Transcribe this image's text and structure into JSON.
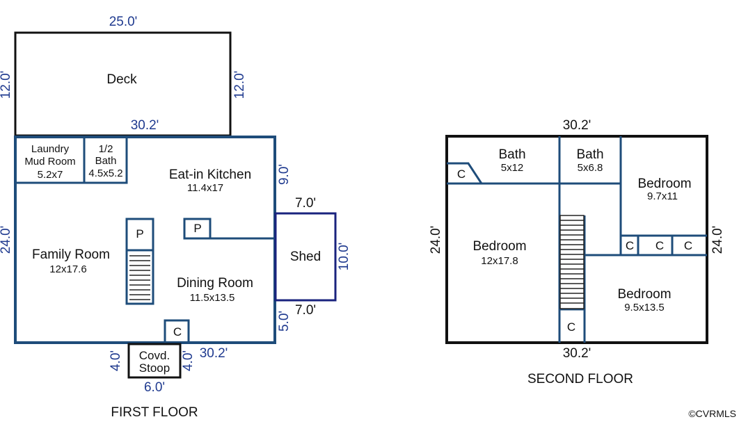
{
  "first_floor": {
    "caption": "FIRST FLOOR",
    "deck": {
      "name": "Deck",
      "dim_top": "25.0'",
      "dim_left": "12.0'",
      "dim_right": "12.0'",
      "dim_bottom": "30.2'"
    },
    "laundry": {
      "name_line1": "Laundry",
      "name_line2": "Mud Room",
      "size": "5.2x7"
    },
    "half_bath": {
      "name_line1": "1/2",
      "name_line2": "Bath",
      "size": "4.5x5.2"
    },
    "kitchen": {
      "name": "Eat-in Kitchen",
      "size": "11.4x17"
    },
    "family_room": {
      "name": "Family Room",
      "size": "12x17.6"
    },
    "dining_room": {
      "name": "Dining Room",
      "size": "11.5x13.5"
    },
    "pantry_left": "P",
    "pantry_right": "P",
    "closet": "C",
    "shed": {
      "name": "Shed",
      "dim_top": "7.0'",
      "dim_right": "10.0'",
      "dim_bottom": "7.0'"
    },
    "stoop": {
      "name_line1": "Covd.",
      "name_line2": "Stoop",
      "dim_left": "4.0'",
      "dim_right": "4.0'",
      "dim_bottom": "6.0'"
    },
    "dim_left": "24.0'",
    "dim_right_upper": "9.0'",
    "dim_right_lower": "5.0'",
    "dim_bottom": "30.2'"
  },
  "second_floor": {
    "caption": "SECOND FLOOR",
    "bath1": {
      "name": "Bath",
      "size": "5x12"
    },
    "bath2": {
      "name": "Bath",
      "size": "5x6.8"
    },
    "bedroom_ne": {
      "name": "Bedroom",
      "size": "9.7x11"
    },
    "bedroom_w": {
      "name": "Bedroom",
      "size": "12x17.8"
    },
    "bedroom_se": {
      "name": "Bedroom",
      "size": "9.5x13.5"
    },
    "closet_nw": "C",
    "closets_row": [
      "C",
      "C",
      "C"
    ],
    "closet_stair": "C",
    "dim_top": "30.2'",
    "dim_bottom": "30.2'",
    "dim_left": "24.0'",
    "dim_right": "24.0'"
  },
  "watermark": "©CVRMLS",
  "colors": {
    "wall": "#1e4c7a",
    "outline": "#111111",
    "dimension": "#1f3a8f"
  }
}
